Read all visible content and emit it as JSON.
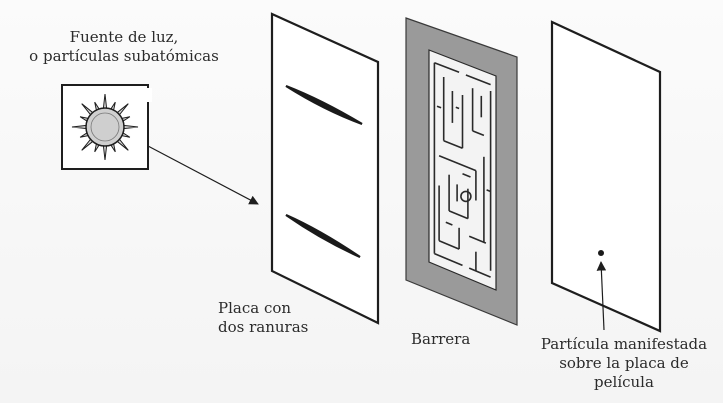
{
  "labels": {
    "source": [
      "Fuente de luz,",
      "o partículas subatómicas"
    ],
    "slits": [
      "Placa con",
      "dos ranuras"
    ],
    "barrier": "Barrera",
    "particle": [
      "Partícula manifestada",
      "sobre la placa de",
      "película"
    ]
  },
  "colors": {
    "line": "#1e1e1e",
    "barrier_fill": "#9a9a9a",
    "maze_bg": "#f3f3f3",
    "maze_line": "#2a2a2a",
    "sun_fill": "#cfcfcf"
  },
  "icons": {
    "source": "sun-icon",
    "maze": "maze-pattern"
  }
}
